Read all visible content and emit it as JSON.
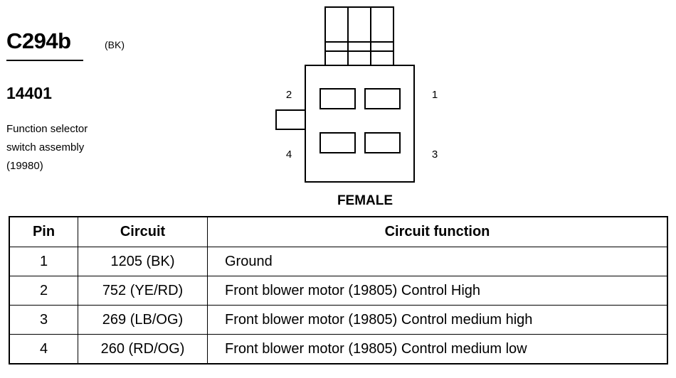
{
  "connector": {
    "id": "C294b",
    "color": "(BK)",
    "part_number": "14401",
    "description_lines": [
      "Function selector",
      "switch assembly",
      "(19980)"
    ],
    "gender": "FEMALE"
  },
  "diagram": {
    "pin_labels": {
      "p1": "1",
      "p2": "2",
      "p3": "3",
      "p4": "4"
    }
  },
  "table": {
    "headers": {
      "pin": "Pin",
      "circuit": "Circuit",
      "function": "Circuit function"
    },
    "rows": [
      {
        "pin": "1",
        "circuit": "1205 (BK)",
        "function": "Ground"
      },
      {
        "pin": "2",
        "circuit": "752 (YE/RD)",
        "function": "Front blower motor (19805) Control High"
      },
      {
        "pin": "3",
        "circuit": "269 (LB/OG)",
        "function": "Front blower motor (19805) Control medium high"
      },
      {
        "pin": "4",
        "circuit": "260 (RD/OG)",
        "function": "Front blower motor (19805) Control medium low"
      }
    ]
  }
}
